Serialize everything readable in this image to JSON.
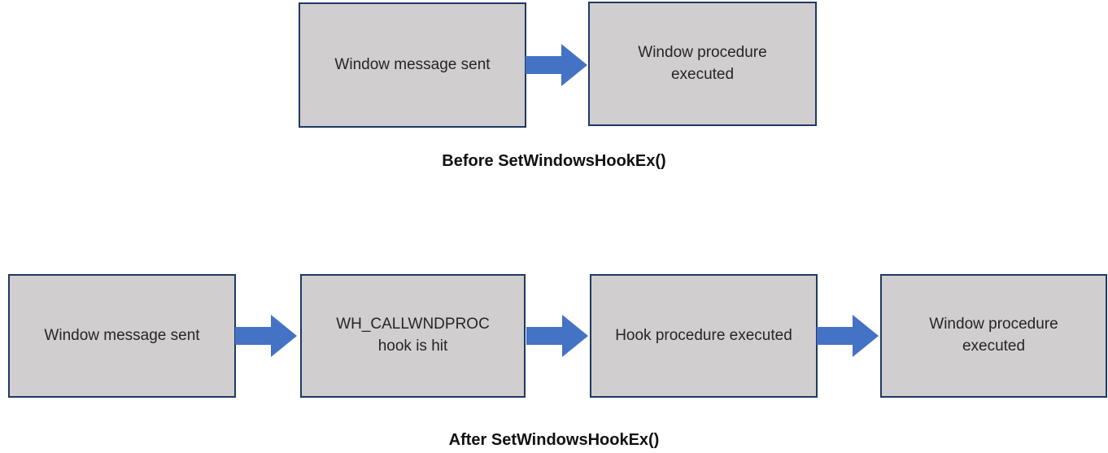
{
  "colors": {
    "box_fill": "#d0cece",
    "box_border": "#1f3864",
    "arrow": "#4472c4",
    "text": "#262626"
  },
  "before": {
    "caption": "Before SetWindowsHookEx()",
    "boxes": [
      {
        "label": "Window message sent"
      },
      {
        "label": "Window procedure executed"
      }
    ]
  },
  "after": {
    "caption": "After SetWindowsHookEx()",
    "boxes": [
      {
        "label": "Window message sent"
      },
      {
        "label": "WH_CALLWNDPROC hook is hit"
      },
      {
        "label": "Hook procedure executed"
      },
      {
        "label": "Window procedure executed"
      }
    ]
  }
}
